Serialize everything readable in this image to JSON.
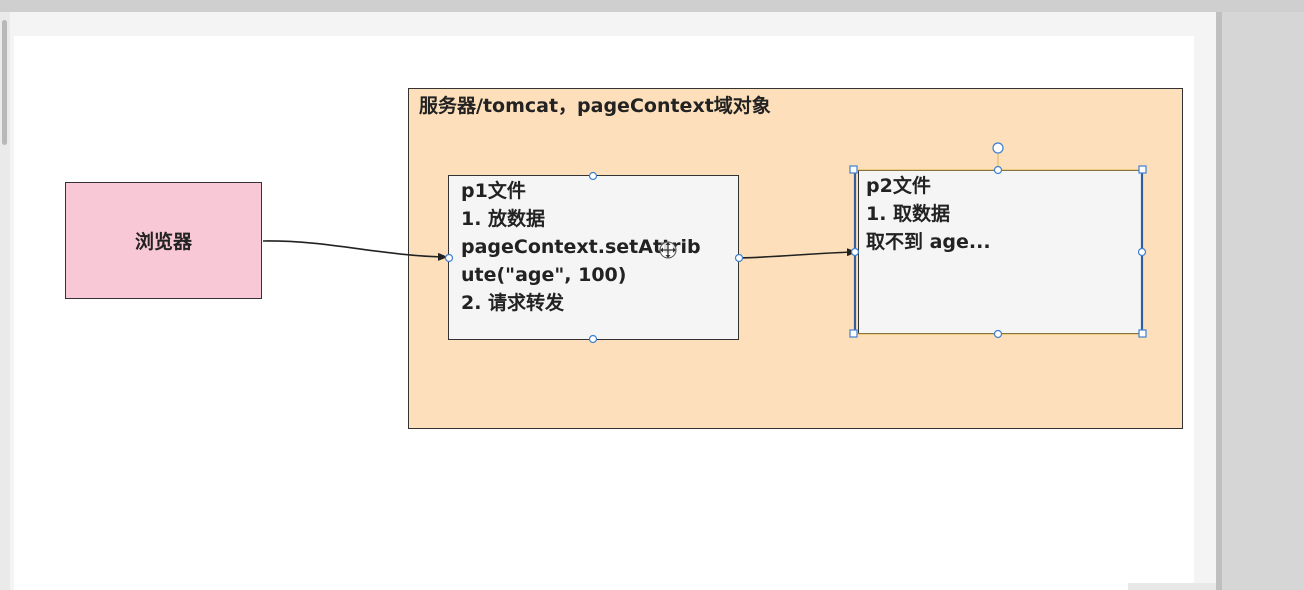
{
  "browser": {
    "label": "浏览器"
  },
  "server": {
    "title": "服务器/tomcat，pageContext域对象"
  },
  "p1": {
    "lines": [
      "p1文件",
      "1. 放数据",
      "pageContext.setAttrib",
      "ute(\"age\", 100)",
      "2. 请求转发"
    ]
  },
  "p2": {
    "lines": [
      "p2文件",
      "1. 取数据",
      "取不到 age..."
    ]
  },
  "colors": {
    "browser_fill": "#f8c8d6",
    "server_fill": "#fde0bb",
    "file_fill": "#f5f5f5",
    "selection_blue": "#2f5f9e"
  }
}
